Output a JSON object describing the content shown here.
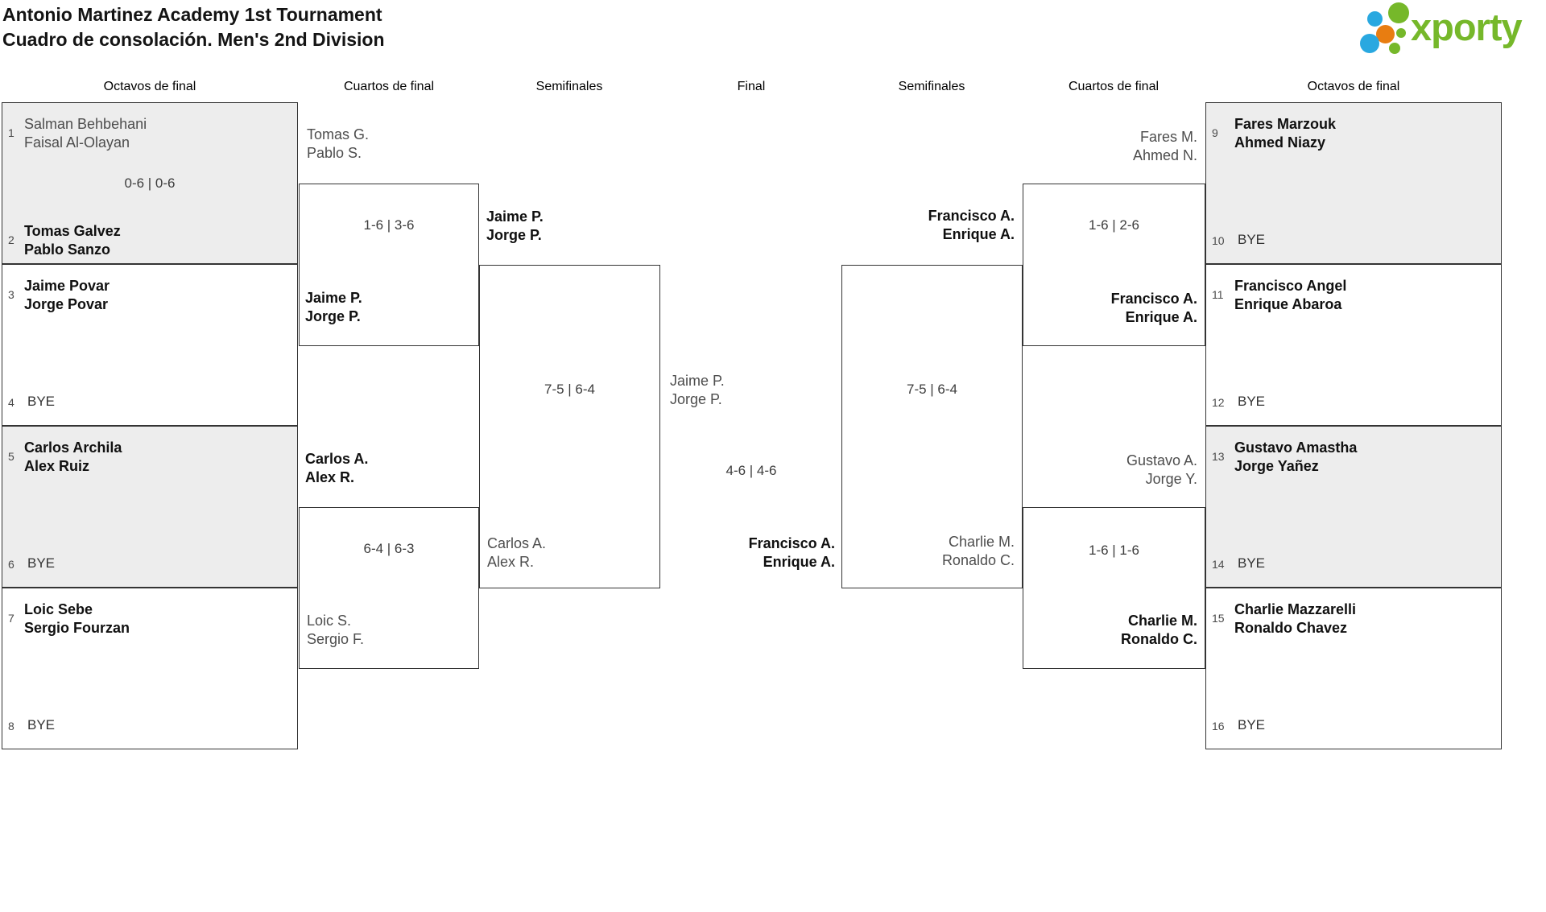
{
  "title": {
    "line1": "Antonio Martinez Academy 1st Tournament",
    "line2": "Cuadro de consolación. Men's 2nd Division"
  },
  "logo": {
    "brand": "xporty"
  },
  "columns": {
    "headers": [
      "Octavos de final",
      "Cuartos de final",
      "Semifinales",
      "Final",
      "Semifinales",
      "Cuartos de final",
      "Octavos de final"
    ]
  },
  "colors": {
    "winner_text": "#101010",
    "loser_text": "#4d4d4d",
    "box_border": "#343434",
    "box_fill_alt": "#ededed",
    "logo_green": "#76b82a",
    "logo_blue": "#29a8e0",
    "logo_orange": "#e87d11"
  },
  "bracket": {
    "r16_left": [
      {
        "seed_top": "1",
        "team_top": [
          "Salman Behbehani",
          "Faisal Al-Olayan"
        ],
        "top_winner": false,
        "score": "0-6 | 0-6",
        "seed_bottom": "2",
        "team_bottom": [
          "Tomas Galvez",
          "Pablo Sanzo"
        ],
        "bottom_winner": true
      },
      {
        "seed_top": "3",
        "team_top": [
          "Jaime Povar",
          "Jorge Povar"
        ],
        "top_winner": true,
        "seed_bottom": "4",
        "team_bottom": [
          "BYE"
        ],
        "bottom_winner": false
      },
      {
        "seed_top": "5",
        "team_top": [
          "Carlos Archila",
          "Alex Ruiz"
        ],
        "top_winner": true,
        "seed_bottom": "6",
        "team_bottom": [
          "BYE"
        ],
        "bottom_winner": false
      },
      {
        "seed_top": "7",
        "team_top": [
          "Loic Sebe",
          "Sergio Fourzan"
        ],
        "top_winner": true,
        "seed_bottom": "8",
        "team_bottom": [
          "BYE"
        ],
        "bottom_winner": false
      }
    ],
    "r16_right": [
      {
        "seed_top": "9",
        "team_top": [
          "Fares Marzouk",
          "Ahmed Niazy"
        ],
        "top_winner": true,
        "seed_bottom": "10",
        "team_bottom": [
          "BYE"
        ],
        "bottom_winner": false
      },
      {
        "seed_top": "11",
        "team_top": [
          "Francisco Angel",
          "Enrique Abaroa"
        ],
        "top_winner": true,
        "seed_bottom": "12",
        "team_bottom": [
          "BYE"
        ],
        "bottom_winner": false
      },
      {
        "seed_top": "13",
        "team_top": [
          "Gustavo Amastha",
          "Jorge Yañez"
        ],
        "top_winner": true,
        "seed_bottom": "14",
        "team_bottom": [
          "BYE"
        ],
        "bottom_winner": false
      },
      {
        "seed_top": "15",
        "team_top": [
          "Charlie Mazzarelli",
          "Ronaldo Chavez"
        ],
        "top_winner": true,
        "seed_bottom": "16",
        "team_bottom": [
          "BYE"
        ],
        "bottom_winner": false
      }
    ],
    "qf_left": [
      {
        "top": [
          "Tomas G.",
          "Pablo S."
        ],
        "top_winner": false,
        "score": "1-6 | 3-6",
        "bottom": [
          "Jaime P.",
          "Jorge P."
        ],
        "bottom_winner": true
      },
      {
        "top": [
          "Carlos A.",
          "Alex R."
        ],
        "top_winner": true,
        "score": "6-4 | 6-3",
        "bottom": [
          "Loic S.",
          "Sergio F."
        ],
        "bottom_winner": false
      }
    ],
    "qf_right": [
      {
        "top": [
          "Fares M.",
          "Ahmed N."
        ],
        "top_winner": false,
        "score": "1-6 | 2-6",
        "bottom": [
          "Francisco A.",
          "Enrique A."
        ],
        "bottom_winner": true
      },
      {
        "top": [
          "Gustavo A.",
          "Jorge Y."
        ],
        "top_winner": false,
        "score": "1-6 | 1-6",
        "bottom": [
          "Charlie M.",
          "Ronaldo C."
        ],
        "bottom_winner": true
      }
    ],
    "sf_left": {
      "top": [
        "Jaime P.",
        "Jorge P."
      ],
      "top_winner": true,
      "score": "7-5 | 6-4",
      "bottom": [
        "Carlos A.",
        "Alex R."
      ],
      "bottom_winner": false
    },
    "sf_right": {
      "top": [
        "Francisco A.",
        "Enrique A."
      ],
      "top_winner": true,
      "score": "7-5 | 6-4",
      "bottom": [
        "Charlie M.",
        "Ronaldo C."
      ],
      "bottom_winner": false
    },
    "final": {
      "left": [
        "Jaime P.",
        "Jorge P."
      ],
      "left_winner": false,
      "score": "4-6 | 4-6",
      "right": [
        "Francisco A.",
        "Enrique A."
      ],
      "right_winner": true
    }
  }
}
